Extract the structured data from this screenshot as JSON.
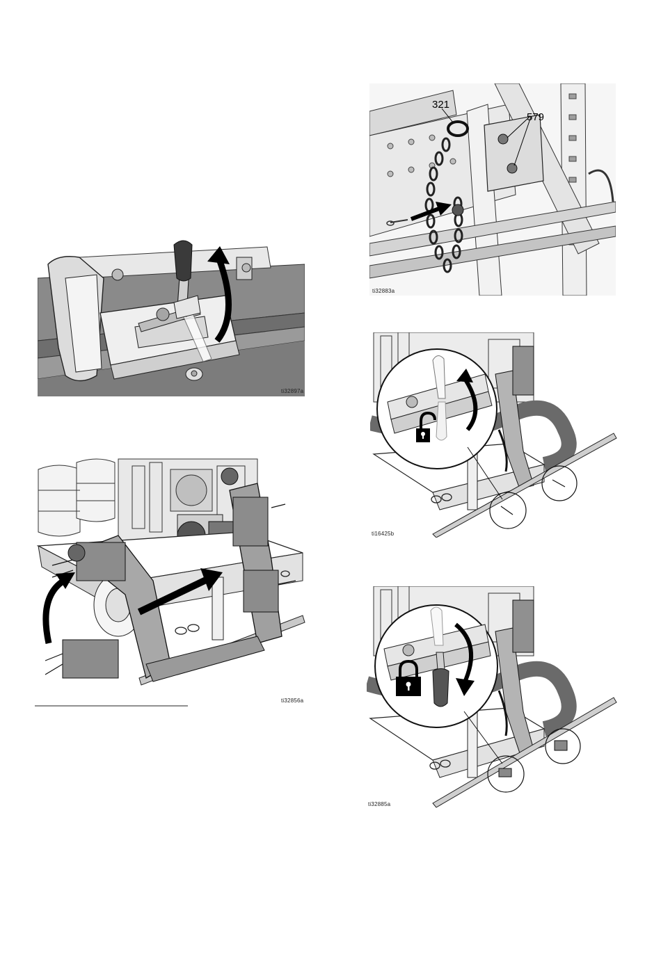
{
  "figures": {
    "lever_raise": {
      "id": "ti32897a"
    },
    "pin_chain": {
      "id": "ti32883a",
      "callouts": [
        "321",
        "579"
      ]
    },
    "frame_swing": {
      "id": "ti32856a"
    },
    "unlock_lever": {
      "id": "ti16425b"
    },
    "lock_lever": {
      "id": "ti32885a"
    }
  }
}
